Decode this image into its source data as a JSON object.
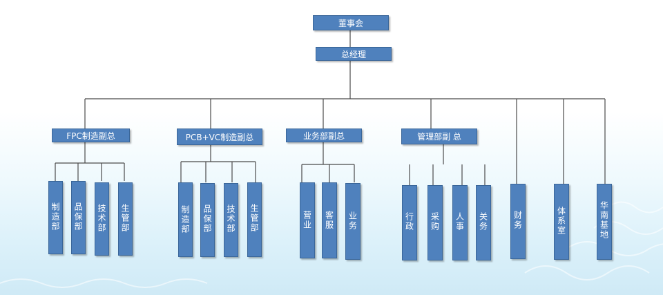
{
  "board": "董事会",
  "gm": "总经理",
  "divisions": [
    {
      "label": "FPC制造副总",
      "units": [
        "制造部",
        "品保部",
        "技术部",
        "生管部"
      ]
    },
    {
      "label": "PCB+VC制造副总",
      "units": [
        "制造部",
        "品保部",
        "技术部",
        "生管部"
      ]
    },
    {
      "label": "业务部副总",
      "units": [
        "营业",
        "客服",
        "业务"
      ]
    },
    {
      "label": "管理部副 总",
      "units": [
        "行政",
        "采购",
        "人事",
        "关务"
      ]
    }
  ],
  "direct_units": [
    "财务",
    "体系室",
    "华南基地"
  ],
  "colors": {
    "box": "#4f81bd",
    "border": "#3a6699",
    "line": "#4a4a4a",
    "text": "#ffffff"
  }
}
